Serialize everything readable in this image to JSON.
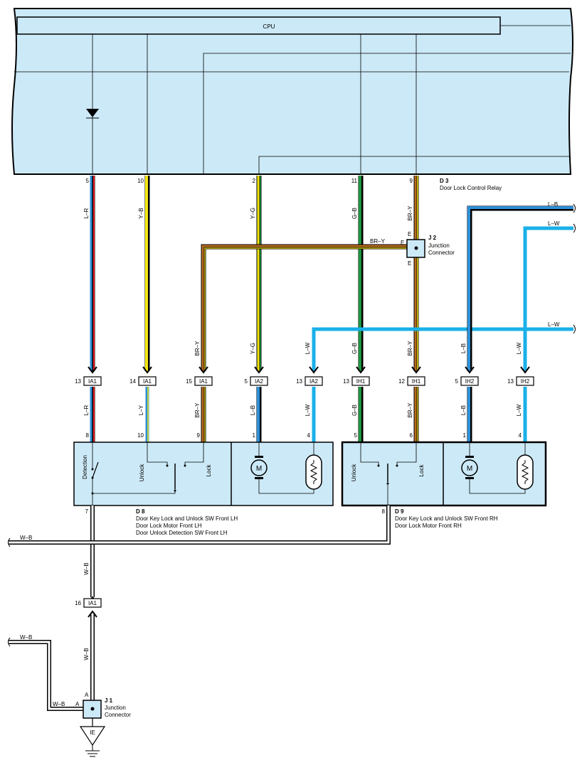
{
  "cpu": {
    "label": "CPU"
  },
  "relay": {
    "code": "D 3",
    "name": "Door Lock Control Relay"
  },
  "relay_pins": [
    "5",
    "10",
    "2",
    "11",
    "9"
  ],
  "relay_wires": [
    "L–R",
    "Y–B",
    "Y–G",
    "G–B",
    "BR–Y"
  ],
  "j2": {
    "code": "J 2",
    "name1": "Junction",
    "name2": "Connector",
    "pin_e": "E"
  },
  "top_wires": {
    "br_y": "BR–Y",
    "l_b": "L–B",
    "l_w1": "L–W",
    "l_w2": "L–W"
  },
  "mid_wires": [
    "BR–Y",
    "Y–G",
    "L–W",
    "G–B",
    "BR–Y",
    "L–B",
    "L–W"
  ],
  "connectors": [
    {
      "pin": "13",
      "id": "IA1"
    },
    {
      "pin": "14",
      "id": "IA1"
    },
    {
      "pin": "15",
      "id": "IA1"
    },
    {
      "pin": "5",
      "id": "IA2"
    },
    {
      "pin": "13",
      "id": "IA2"
    },
    {
      "pin": "13",
      "id": "IH1"
    },
    {
      "pin": "12",
      "id": "IH1"
    },
    {
      "pin": "5",
      "id": "IH2"
    },
    {
      "pin": "13",
      "id": "IH2"
    }
  ],
  "low_wires": [
    "L–R",
    "L–Y",
    "BR–Y",
    "L–B",
    "L–W",
    "G–B",
    "BR–Y",
    "L–B",
    "L–W"
  ],
  "device_pins": [
    "8",
    "10",
    "9",
    "1",
    "4",
    "5",
    "6",
    "1",
    "4"
  ],
  "d8": {
    "code": "D 8",
    "line1": "Door Key Lock and Unlock SW Front LH",
    "line2": "Door Lock Motor Front LH",
    "line3": "Door Unlock Detection SW Front LH",
    "pin_bottom": "7",
    "sw_detection": "Detection",
    "sw_unlock": "Unlock",
    "sw_lock": "Lock",
    "motor": "M"
  },
  "d9": {
    "code": "D 9",
    "line1": "Door Key Lock and Unlock SW Front RH",
    "line2": "Door Lock Motor Front RH",
    "pin_bottom": "8",
    "sw_unlock": "Unlock",
    "sw_lock": "Lock",
    "motor": "M"
  },
  "ground_wires": {
    "left": "W–B",
    "vertical1": "W–B",
    "vertical2": "W–B",
    "left2": "W–B",
    "j1_in": "W–B"
  },
  "ia1_bottom": {
    "pin": "16",
    "id": "IA1"
  },
  "j1": {
    "code": "J 1",
    "name1": "Junction",
    "name2": "Connector",
    "pin_a_top": "A",
    "pin_a_left": "A"
  },
  "ground": {
    "label": "IE"
  },
  "colors": {
    "panel": "#cce9f7",
    "l": "#2d8fd6",
    "r": "#e02020",
    "y": "#f3e60f",
    "b": "#222222",
    "g": "#1e9440",
    "br": "#b56a1f",
    "lw": "#1ab0e8"
  }
}
